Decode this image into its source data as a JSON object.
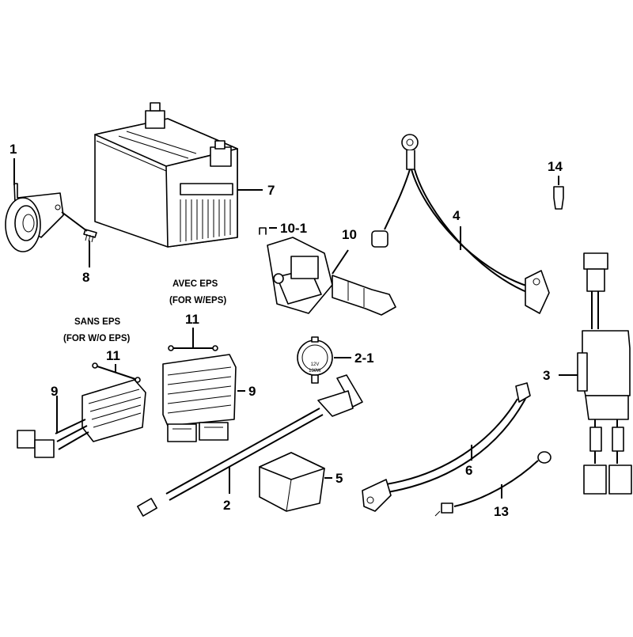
{
  "callouts": {
    "c1": "1",
    "c7": "7",
    "c8": "8",
    "c10_1": "10-1",
    "c10": "10",
    "c4": "4",
    "c14": "14",
    "c11_eps": "11",
    "c11_noeps": "11",
    "c9_eps": "9",
    "c9_noeps": "9",
    "c2_1": "2-1",
    "c3": "3",
    "c2": "2",
    "c5": "5",
    "c6": "6",
    "c13": "13"
  },
  "notes": {
    "avec_eps": "AVEC EPS",
    "for_w_eps": "(FOR W/EPS)",
    "sans_eps": "SANS EPS",
    "for_wo_eps": "(FOR W/O EPS)"
  },
  "relay_label": {
    "line1": "12V",
    "line2": "130W"
  }
}
